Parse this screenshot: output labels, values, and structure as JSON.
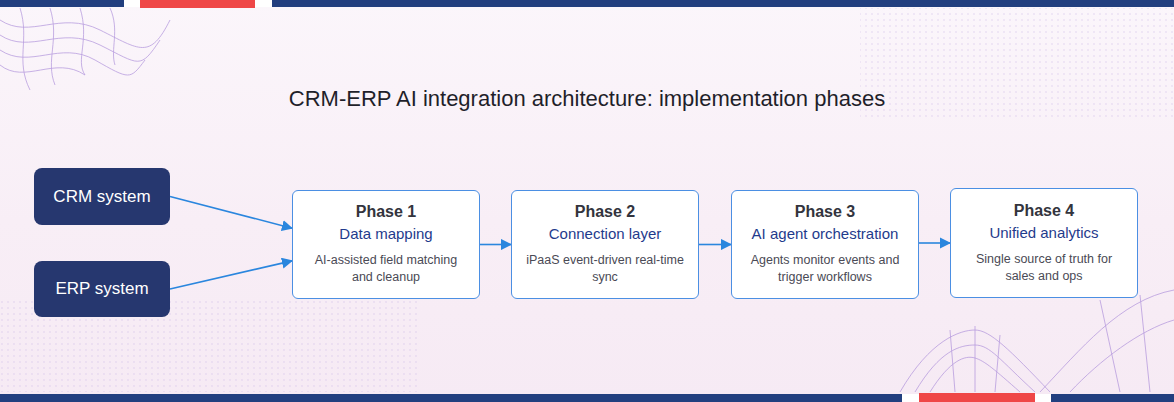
{
  "diagram": {
    "title": "CRM-ERP AI integration architecture: implementation phases",
    "nodes": [
      {
        "text": [
          "CRM system"
        ]
      },
      {
        "text": [
          "ERP system"
        ]
      },
      {
        "text": [
          "Phase 1",
          "Data mapping",
          "AI-assisted field matching and cleanup"
        ]
      },
      {
        "text": [
          "Phase 2",
          "Connection layer",
          "iPaaS event-driven real-time sync"
        ]
      },
      {
        "text": [
          "Phase 3",
          "AI agent orchestration",
          "Agents monitor events and trigger workflows"
        ]
      },
      {
        "text": [
          "Phase 4",
          "Unified analytics",
          "Single source of truth for sales and ops"
        ]
      }
    ],
    "edges": [
      {
        "from": 0,
        "to": 2,
        "arrow": "to"
      },
      {
        "from": 1,
        "to": 2,
        "arrow": "to"
      },
      {
        "from": 2,
        "to": 3,
        "arrow": "to"
      },
      {
        "from": 3,
        "to": 4,
        "arrow": "to"
      },
      {
        "from": 4,
        "to": 5,
        "arrow": "to"
      }
    ]
  }
}
